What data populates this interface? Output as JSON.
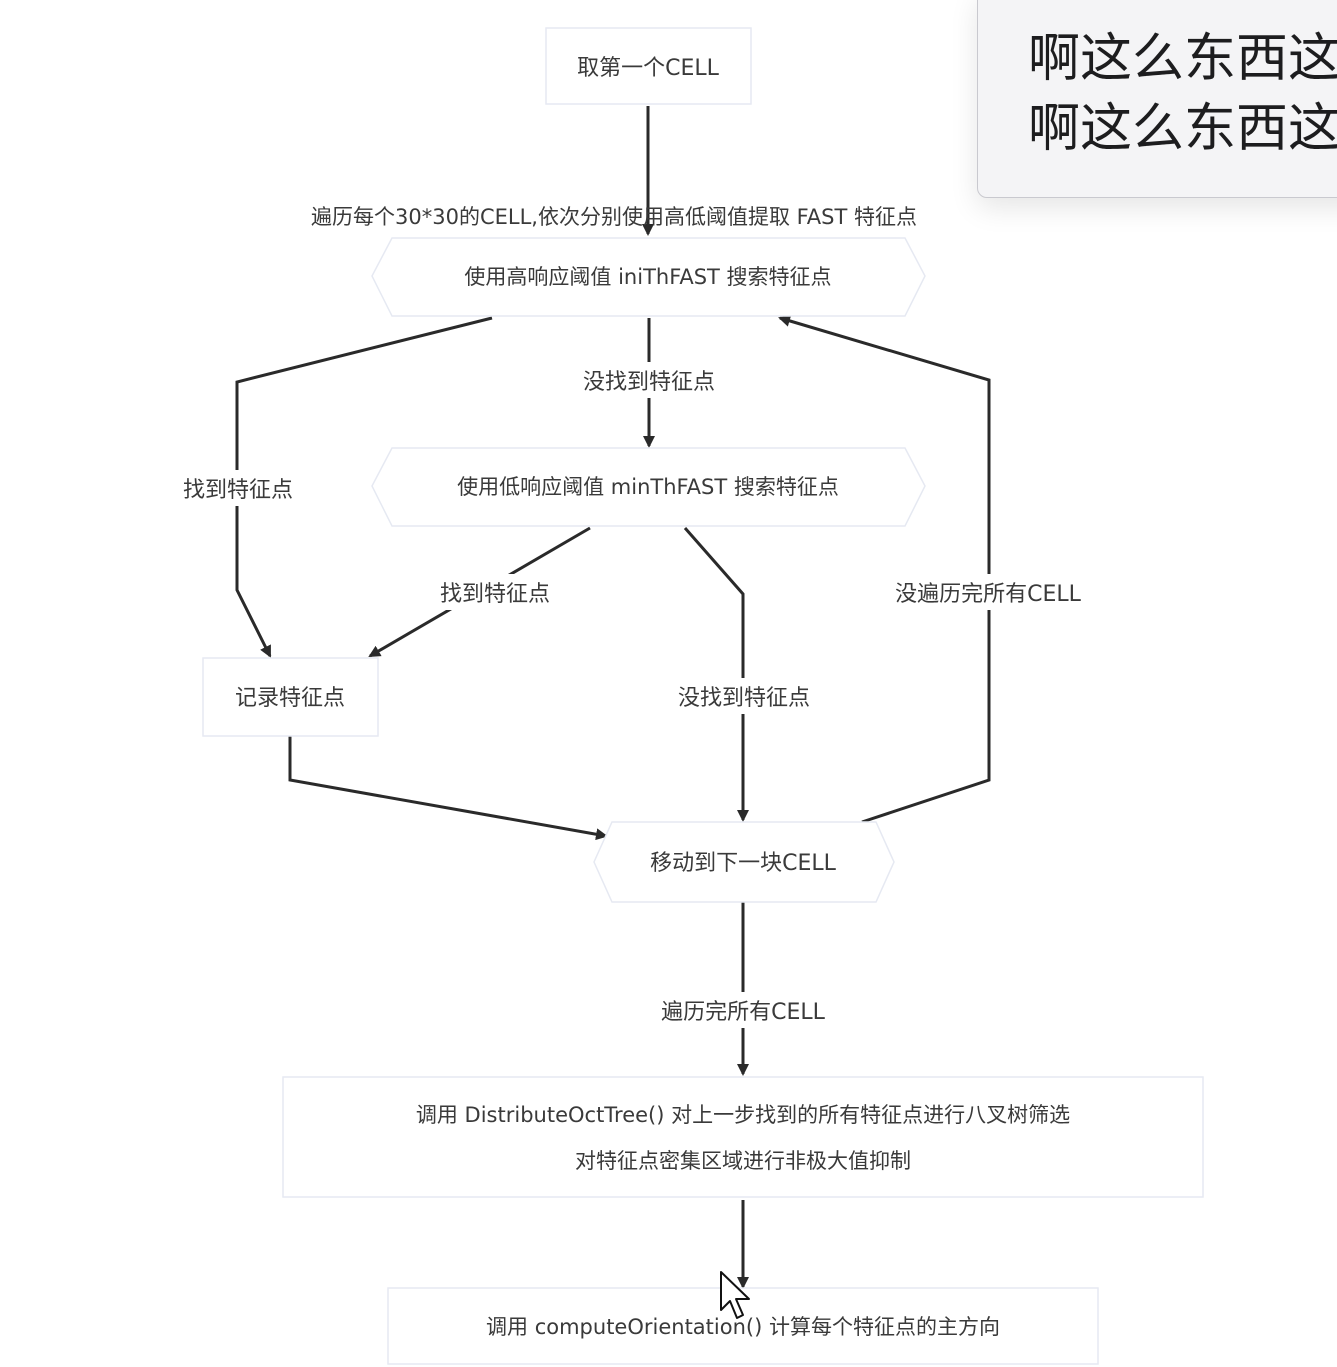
{
  "diagram": {
    "nodes": {
      "start": "取第一个CELL",
      "high": "使用高响应阈值 iniThFAST 搜索特征点",
      "low": "使用低响应阈值 minThFAST 搜索特征点",
      "record": "记录特征点",
      "move": "移动到下一块CELL",
      "octree_line1": "调用 DistributeOctTree() 对上一步找到的所有特征点进行八叉树筛选",
      "octree_line2": "对特征点密集区域进行非极大值抑制",
      "orient": "调用 computeOrientation() 计算每个特征点的主方向"
    },
    "edges": {
      "traverse": "遍历每个30*30的CELL,依次分别使用高低阈值提取 FAST 特征点",
      "high_not_found": "没找到特征点",
      "high_found": "找到特征点",
      "low_found": "找到特征点",
      "low_not_found": "没找到特征点",
      "not_all_traversed": "没遍历完所有CELL",
      "all_traversed": "遍历完所有CELL"
    }
  },
  "popup": {
    "line1": "啊这么东西这",
    "line2": "啊这么东西这"
  },
  "colors": {
    "edge": "#2a2a2a",
    "text": "#3a3a3a",
    "box_border": "#e6e9f2",
    "popup_bg": "#f4f4f6"
  }
}
